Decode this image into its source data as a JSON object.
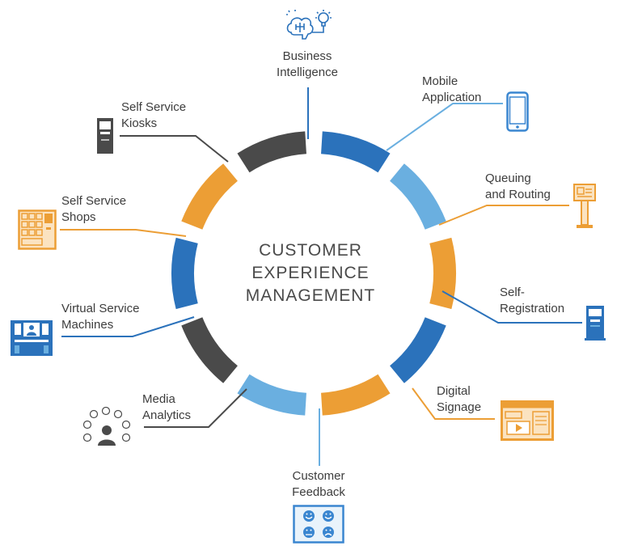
{
  "title": [
    "CUSTOMER",
    "EXPERIENCE",
    "MANAGEMENT"
  ],
  "colors": {
    "dark_blue": "#2b72bb",
    "light_blue": "#6aafe0",
    "orange": "#ec9e35",
    "dark_gray": "#4a4a4a"
  },
  "nodes": [
    {
      "label": [
        "Business",
        "Intelligence"
      ],
      "icon": "brain-lightbulb-icon",
      "color": "dark_blue"
    },
    {
      "label": [
        "Mobile",
        "Application"
      ],
      "icon": "mobile-phone-icon",
      "color": "light_blue"
    },
    {
      "label": [
        "Queuing",
        "and Routing"
      ],
      "icon": "queue-kiosk-icon",
      "color": "orange"
    },
    {
      "label": [
        "Self-",
        "Registration"
      ],
      "icon": "registration-kiosk-icon",
      "color": "dark_blue"
    },
    {
      "label": [
        "Digital",
        "Signage"
      ],
      "icon": "digital-screen-icon",
      "color": "orange"
    },
    {
      "label": [
        "Customer",
        "Feedback"
      ],
      "icon": "smiley-faces-icon",
      "color": "light_blue"
    },
    {
      "label": [
        "Media",
        "Analytics"
      ],
      "icon": "social-media-user-icon",
      "color": "dark_gray"
    },
    {
      "label": [
        "Virtual Service",
        "Machines"
      ],
      "icon": "video-service-machine-icon",
      "color": "dark_blue"
    },
    {
      "label": [
        "Self Service",
        "Shops"
      ],
      "icon": "vending-shop-icon",
      "color": "orange"
    },
    {
      "label": [
        "Self Service",
        "Kiosks"
      ],
      "icon": "kiosk-terminal-icon",
      "color": "dark_gray"
    }
  ]
}
